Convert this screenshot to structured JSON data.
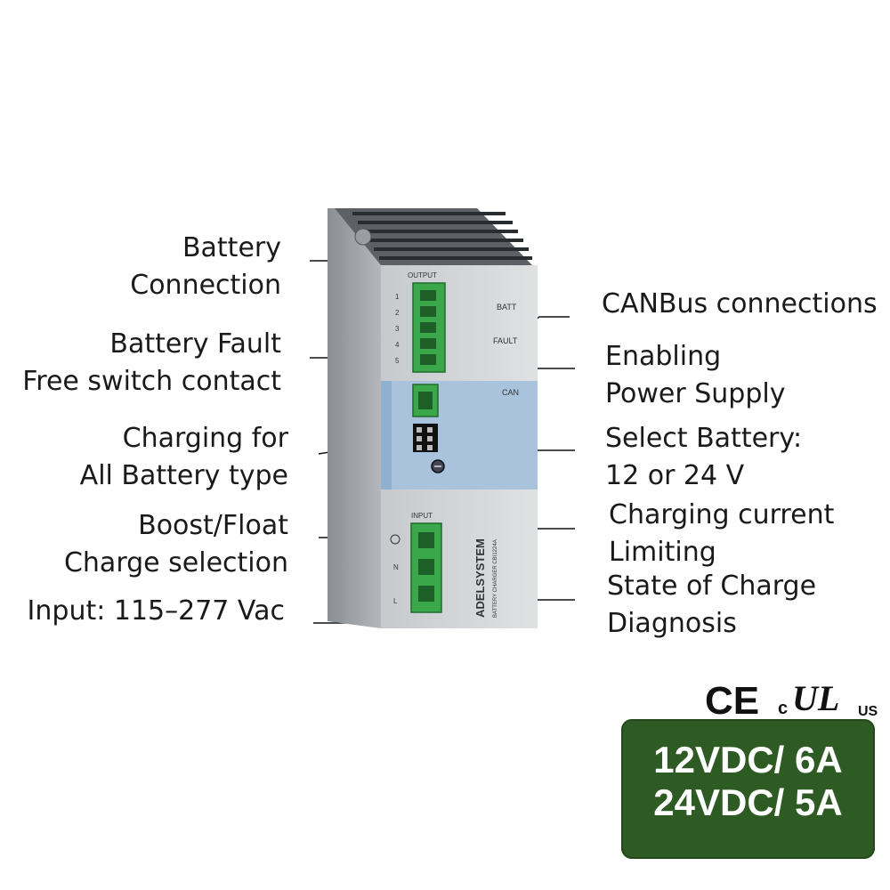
{
  "left_labels": {
    "battery_connection": [
      "Battery",
      "Connection"
    ],
    "battery_fault": [
      "Battery Fault",
      "Free switch contact"
    ],
    "charging_all": [
      "Charging for",
      "All Battery type"
    ],
    "boost_float": [
      "Boost/Float",
      "Charge selection"
    ],
    "input": [
      "Input: 115–277 Vac"
    ]
  },
  "right_labels": {
    "canbus": [
      "CANBus connections"
    ],
    "enabling": [
      "Enabling",
      "Power Supply"
    ],
    "select_battery": [
      "Select Battery:",
      "12 or 24 V"
    ],
    "charging_current": [
      "Charging current",
      "Limiting"
    ],
    "state_of_charge": [
      "State of Charge",
      "Diagnosis"
    ]
  },
  "device": {
    "output_label": "OUTPUT",
    "input_label": "INPUT",
    "batt_label": "BATT",
    "fault_label": "FAULT",
    "can_label": "CAN",
    "brand": "ADELSYSTEM",
    "model": "BATTERY CHARGER CBI1224A",
    "output_pins": [
      "1",
      "2",
      "3",
      "4",
      "5"
    ],
    "input_pins": [
      "N",
      "L"
    ]
  },
  "certifications": {
    "ce": "CE",
    "c": "c",
    "ul": "UL",
    "us": "US"
  },
  "ratings": {
    "line1": "12VDC/ 6A",
    "line2": "24VDC/ 5A",
    "badge_color": "#2e5a23"
  }
}
